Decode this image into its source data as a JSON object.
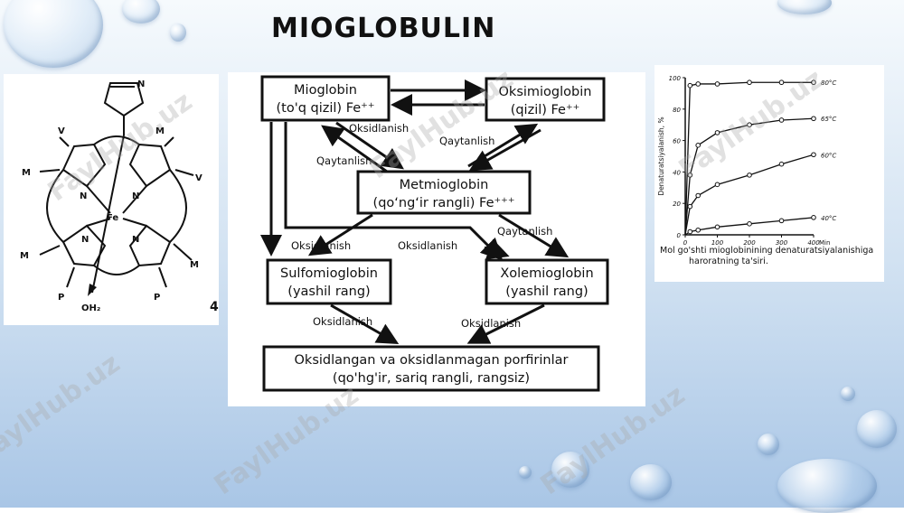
{
  "slide": {
    "title": "MIOGLOBULIN",
    "watermark": "FaylHub.uz"
  },
  "structure": {
    "labels": {
      "n_top": "N",
      "v1": "V",
      "m1": "M",
      "v2": "V",
      "m2": "M",
      "n_left": "N",
      "n_right": "N",
      "fe": "Fe",
      "n_bl": "N",
      "n_br": "N",
      "m3": "M",
      "m4": "M",
      "p1": "P",
      "p2": "P",
      "oh2": "OH₂",
      "page_num": "4"
    }
  },
  "flow": {
    "mioglobin": {
      "l1": "Mioglobin",
      "l2": "(to'q qizil) Fe⁺⁺"
    },
    "oksimioglobin": {
      "l1": "Oksimioglobin",
      "l2": "(qizil) Fe⁺⁺"
    },
    "metmioglobin": {
      "l1": "Metmioglobin",
      "l2": "(qo‘ng‘ir rangli) Fe⁺⁺⁺"
    },
    "sulfomioglobin": {
      "l1": "Sulfomioglobin",
      "l2": "(yashil rang)"
    },
    "xolemioglobin": {
      "l1": "Xolemioglobin",
      "l2": "(yashil rang)"
    },
    "porfirinlar": {
      "l1": "Oksidlangan va oksidlanmagan porfirinlar",
      "l2": "(qo'hg'ir, sariq rangli, rangsiz)"
    },
    "edges": {
      "oks1": "Oksidlanish",
      "qay1": "Qaytanlish",
      "qay2": "Qaytanlish",
      "oks2": "Oksidlanish",
      "oks3": "Oksidlanish",
      "qay3": "Qaytanlish",
      "oks4": "Oksidlanish",
      "oks5": "Oksidlanish"
    }
  },
  "chart_data": {
    "type": "line",
    "ylabel": "Denaturatsiyalanish, %",
    "xlabel": "Min",
    "xlim": [
      0,
      400
    ],
    "ylim": [
      0,
      100
    ],
    "x_ticks": [
      0,
      100,
      200,
      300,
      400
    ],
    "y_ticks": [
      0,
      20,
      40,
      60,
      80,
      100
    ],
    "series": [
      {
        "name": "80°C",
        "x": [
          0,
          15,
          40,
          100,
          200,
          300,
          400
        ],
        "y": [
          0,
          95,
          96,
          96,
          97,
          97,
          97
        ]
      },
      {
        "name": "65°C",
        "x": [
          0,
          15,
          40,
          100,
          200,
          300,
          400
        ],
        "y": [
          0,
          38,
          57,
          65,
          70,
          73,
          74
        ]
      },
      {
        "name": "60°C",
        "x": [
          0,
          15,
          40,
          100,
          200,
          300,
          400
        ],
        "y": [
          0,
          18,
          25,
          32,
          38,
          45,
          51
        ]
      },
      {
        "name": "40°C",
        "x": [
          0,
          15,
          40,
          100,
          200,
          300,
          400
        ],
        "y": [
          0,
          2,
          3,
          5,
          7,
          9,
          11
        ]
      }
    ],
    "caption_l1": "Mol go'shti mioglobinining denaturatsiyalanishiga",
    "caption_l2": "haroratning ta'siri."
  }
}
